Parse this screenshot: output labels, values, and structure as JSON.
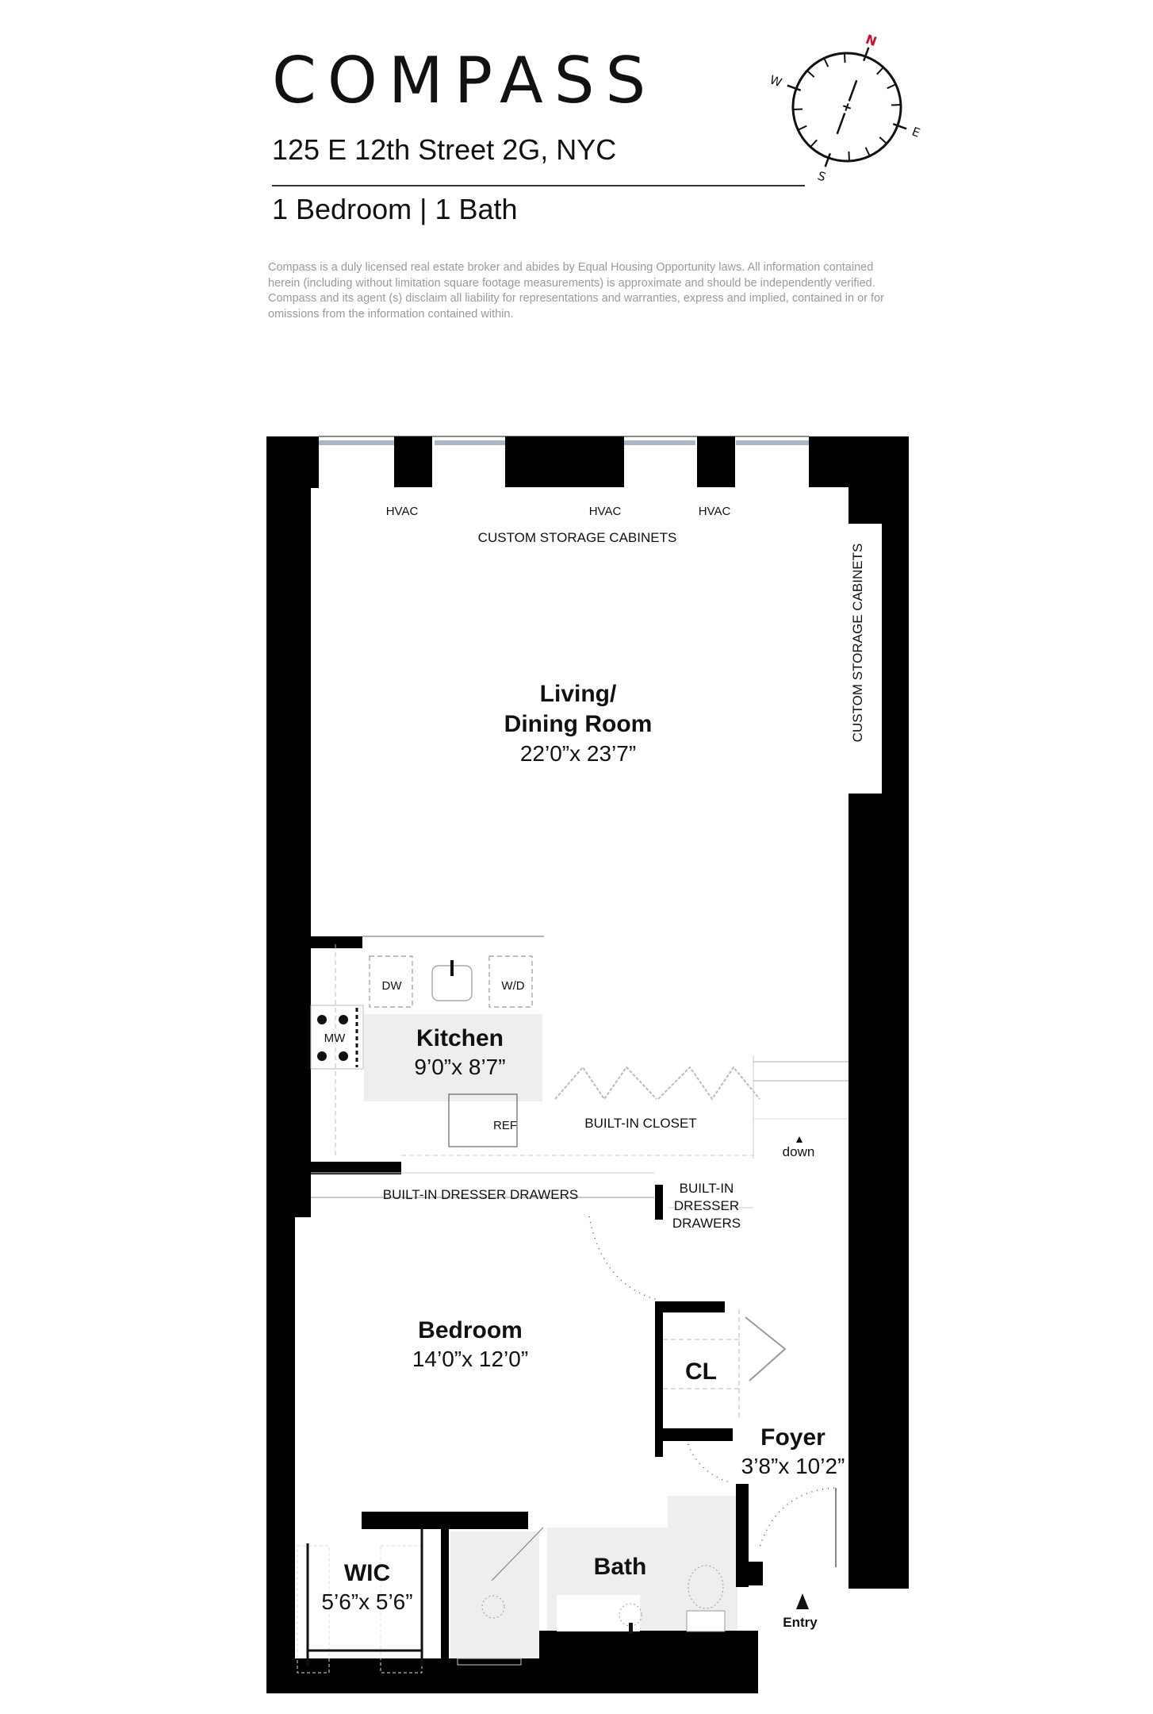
{
  "header": {
    "brand": "COMPASS",
    "address": "125 E 12th Street 2G, NYC",
    "summary": "1 Bedroom | 1 Bath",
    "disclaimer": "Compass is a duly licensed real estate broker and abides by Equal Housing Opportunity laws. All information contained herein (including without limitation square footage measurements) is approximate and should be independently verified. Compass and its agent (s) disclaim all liability for representations and warranties, express and implied, contained in or for omissions from the information contained within."
  },
  "compass_rose": {
    "north": "N",
    "east": "E",
    "south": "S",
    "west": "W",
    "north_color": "#c8102e"
  },
  "rooms": {
    "living": {
      "name_line1": "Living/",
      "name_line2": "Dining Room",
      "dimensions": "22’0”x 23’7”"
    },
    "kitchen": {
      "name": "Kitchen",
      "dimensions": "9’0”x 8’7”"
    },
    "bedroom": {
      "name": "Bedroom",
      "dimensions": "14’0”x 12’0”"
    },
    "foyer": {
      "name": "Foyer",
      "dimensions": "3’8”x 10’2”"
    },
    "closet": {
      "name": "CL"
    },
    "wic": {
      "name": "WIC",
      "dimensions": "5’6”x 5’6”"
    },
    "bath": {
      "name": "Bath"
    }
  },
  "fixtures": {
    "hvac": [
      "HVAC",
      "HVAC",
      "HVAC"
    ],
    "custom_storage_top": "CUSTOM STORAGE CABINETS",
    "custom_storage_right": "CUSTOM STORAGE CABINETS",
    "dishwasher": "DW",
    "washer_dryer": "W/D",
    "microwave": "MW",
    "refrigerator": "REF",
    "built_in_closet": "BUILT-IN CLOSET",
    "dresser_long": "BUILT-IN DRESSER DRAWERS",
    "dresser_short_1": "BUILT-IN",
    "dresser_short_2": "DRESSER",
    "dresser_short_3": "DRAWERS",
    "stairs_down": "down",
    "entry": "Entry"
  },
  "colors": {
    "wall": "#000000",
    "window": "#a9b8c8",
    "wet_area": "#efeded",
    "disclaimer_text": "#9a9a9a"
  }
}
